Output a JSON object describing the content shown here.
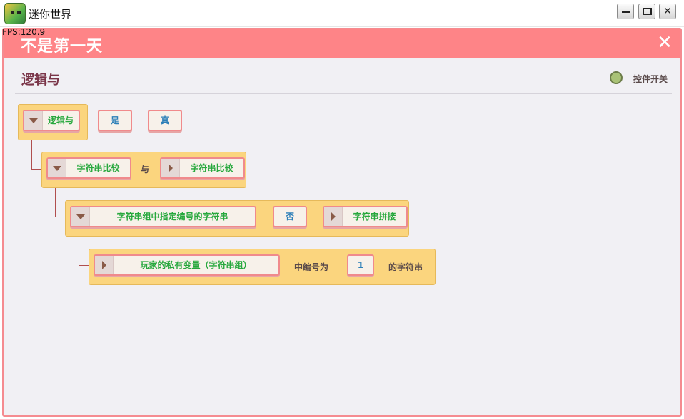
{
  "window": {
    "title": "迷你世界",
    "icon": "mini-world-app-icon"
  },
  "fps_text": "FPS:120.9",
  "dialog": {
    "title": "不是第一天",
    "close_icon": "close-x-icon",
    "section_title": "逻辑与",
    "toggle_label": "控件开关",
    "colors": {
      "header": "#fe8487",
      "block_bg": "#fbd57e",
      "green_text": "#27a83d",
      "blue_text": "#2c7fb8"
    }
  },
  "blocks": {
    "row1": {
      "op": "逻辑与",
      "val1": "是",
      "val2": "真"
    },
    "row2": {
      "op": "字符串比较",
      "mid": "与",
      "op2": "字符串比较"
    },
    "row3": {
      "op": "字符串组中指定编号的字符串",
      "val": "否",
      "op2": "字符串拼接"
    },
    "row4": {
      "op": "玩家的私有变量（字符串组）",
      "mid": "中编号为",
      "val": "1",
      "tail": "的字符串"
    }
  }
}
